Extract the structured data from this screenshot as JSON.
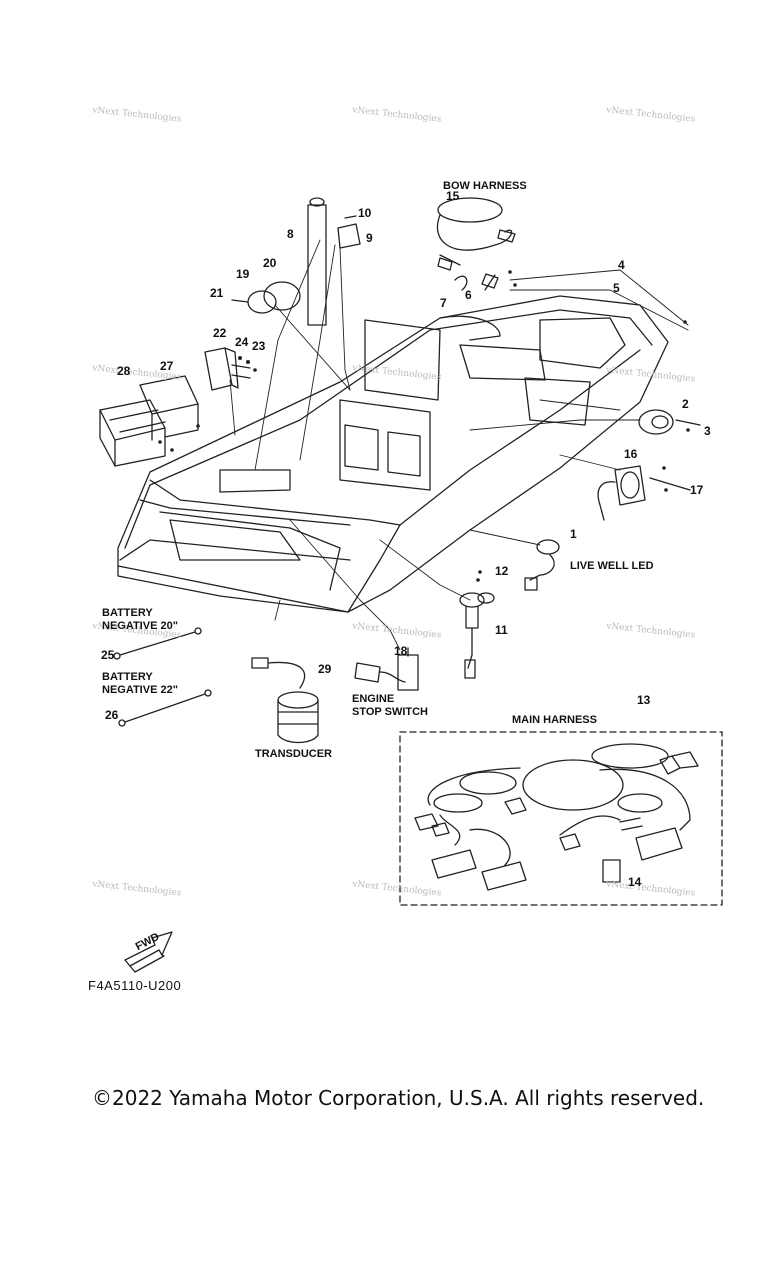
{
  "watermark": "vNext Technologies",
  "labels": {
    "bow_harness": "BOW HARNESS",
    "live_well_led": "LIVE WELL LED",
    "battery_neg_20_l1": "BATTERY",
    "battery_neg_20_l2": "NEGATIVE 20\"",
    "battery_neg_22_l1": "BATTERY",
    "battery_neg_22_l2": "NEGATIVE 22\"",
    "engine_stop_l1": "ENGINE",
    "engine_stop_l2": "STOP SWITCH",
    "transducer": "TRANSDUCER",
    "main_harness": "MAIN HARNESS",
    "fwd": "FWD"
  },
  "callouts": {
    "n1": "1",
    "n2": "2",
    "n3": "3",
    "n4": "4",
    "n5": "5",
    "n6": "6",
    "n7": "7",
    "n8": "8",
    "n9": "9",
    "n10": "10",
    "n11": "11",
    "n12": "12",
    "n13": "13",
    "n14": "14",
    "n15": "15",
    "n16": "16",
    "n17": "17",
    "n18": "18",
    "n19": "19",
    "n20": "20",
    "n21": "21",
    "n22": "22",
    "n23": "23",
    "n24": "24",
    "n25": "25",
    "n26": "26",
    "n27": "27",
    "n28": "28",
    "n29": "29"
  },
  "diagram_code": "F4A5110-U200",
  "copyright": "©2022 Yamaha Motor Corporation, U.S.A. All rights reserved."
}
